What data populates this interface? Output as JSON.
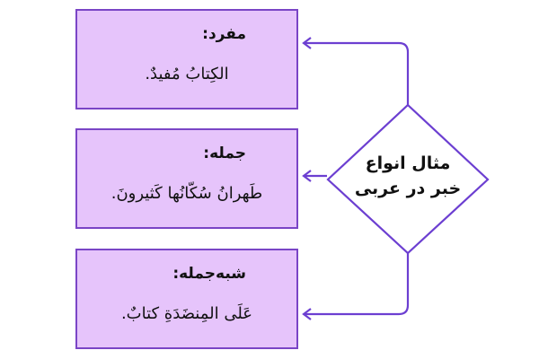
{
  "center": {
    "line1": "مثال انواع",
    "line2": "خبر در عربی"
  },
  "boxes": [
    {
      "title": "مفرد:",
      "example": "الکِتابُ مُفیدٌ."
    },
    {
      "title": "جمله:",
      "example": "طَهرانُ سُکّانُها کَثیرونَ."
    },
    {
      "title": "شبه‌جمله:",
      "example": "عَلَی المِنضَدَةِ کتابٌ."
    }
  ],
  "colors": {
    "box_fill": "#e6c4fb",
    "border": "#7a45c6",
    "connector": "#6c3fd1"
  }
}
